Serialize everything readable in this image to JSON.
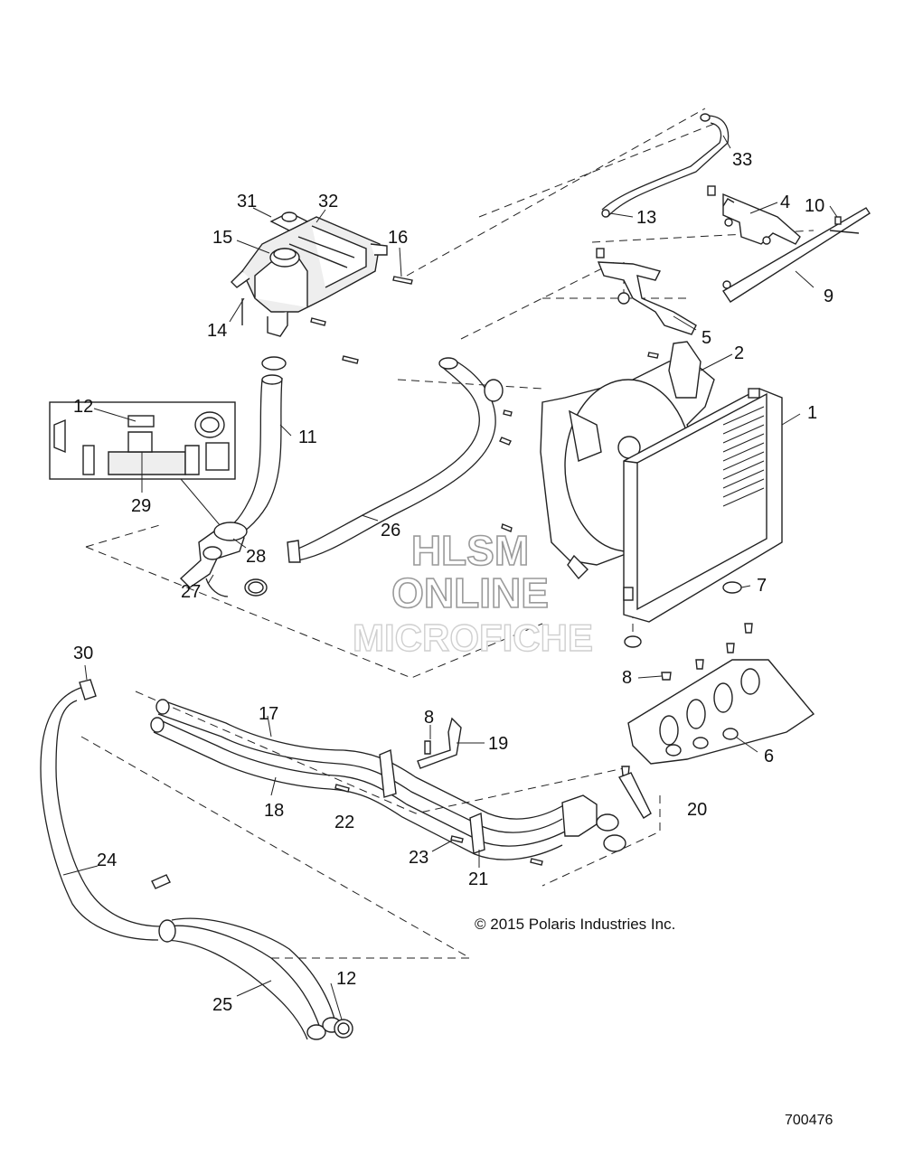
{
  "callouts": {
    "c1": "1",
    "c2": "2",
    "c4": "4",
    "c5": "5",
    "c6": "6",
    "c7": "7",
    "c8a": "8",
    "c8b": "8",
    "c9": "9",
    "c10": "10",
    "c11": "11",
    "c12a": "12",
    "c12b": "12",
    "c13": "13",
    "c14": "14",
    "c15": "15",
    "c16": "16",
    "c17": "17",
    "c18": "18",
    "c19": "19",
    "c20": "20",
    "c21": "21",
    "c22": "22",
    "c23": "23",
    "c24": "24",
    "c25": "25",
    "c26": "26",
    "c27": "27",
    "c28": "28",
    "c29": "29",
    "c30": "30",
    "c31": "31",
    "c32": "32",
    "c33": "33"
  },
  "watermark": {
    "line1": "HLSM",
    "line2": "ONLINE",
    "line3": "MICROFICHE"
  },
  "copyright": "© 2015 Polaris Industries Inc.",
  "diagram_number": "700476"
}
